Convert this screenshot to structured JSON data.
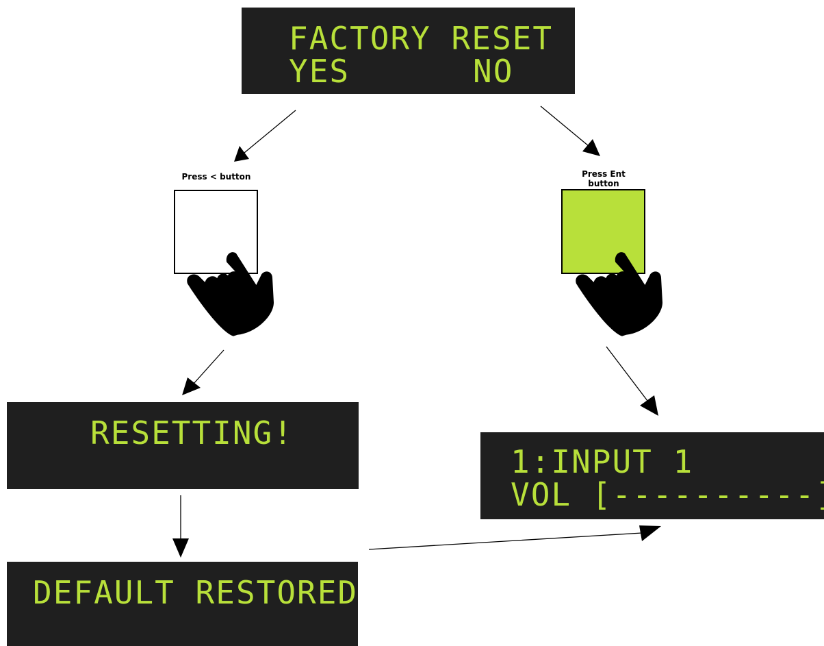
{
  "screens": {
    "factory_reset": {
      "line1": "FACTORY RESET",
      "yes": "YES",
      "no": "NO"
    },
    "resetting": {
      "line1": "RESETTING!"
    },
    "default_restored": {
      "line1": "DEFAULT RESTORED"
    },
    "input": {
      "line1": "1:INPUT 1",
      "line2": "VOL [----------]"
    }
  },
  "buttons": {
    "left": {
      "caption": "Press < button",
      "color": "#ffffff"
    },
    "ent": {
      "caption_line1": "Press Ent",
      "caption_line2": "button",
      "color": "#b8e03a"
    }
  },
  "colors": {
    "lcd_background": "#1f1f1f",
    "lcd_text": "#b8e03a",
    "hand": "#000000"
  }
}
